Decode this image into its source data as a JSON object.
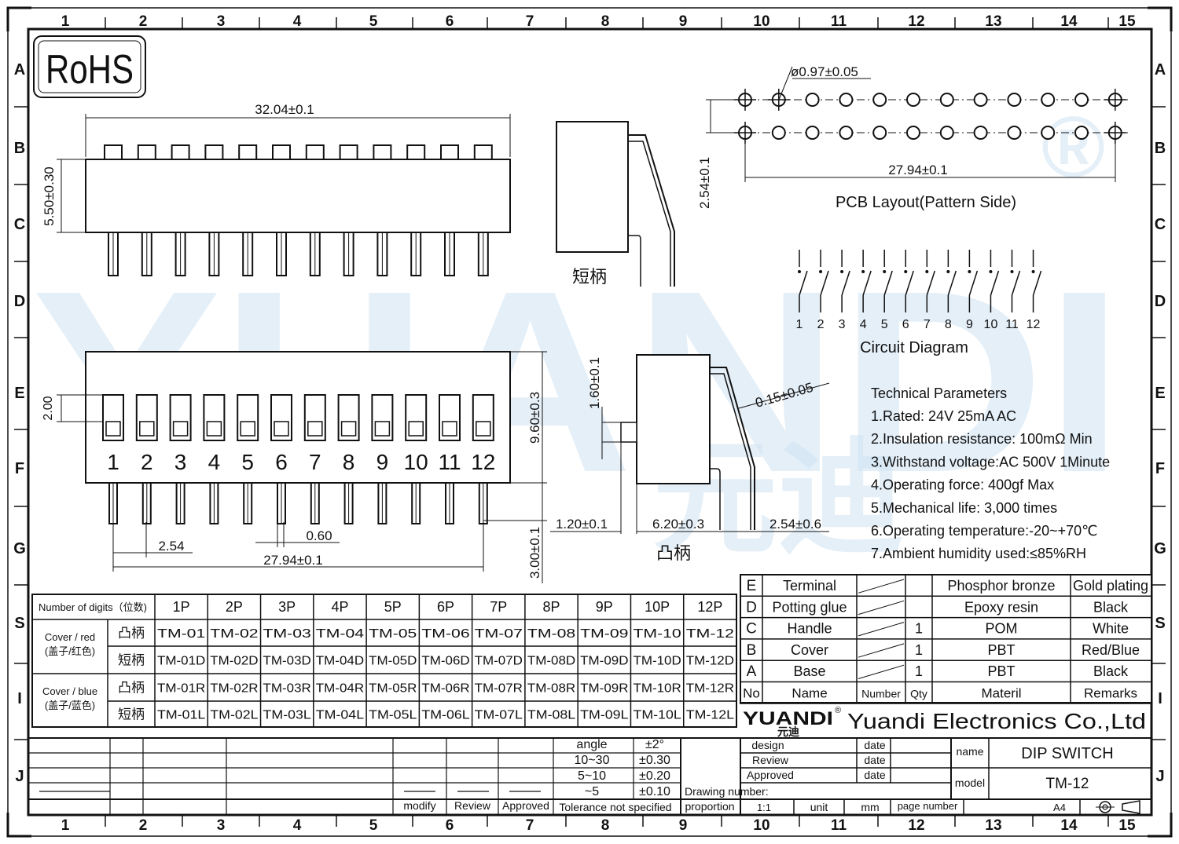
{
  "frame": {
    "columns": [
      "1",
      "2",
      "3",
      "4",
      "5",
      "6",
      "7",
      "8",
      "9",
      "10",
      "11",
      "12",
      "13",
      "14",
      "15"
    ],
    "rows": [
      "A",
      "B",
      "C",
      "D",
      "E",
      "F",
      "G",
      "S",
      "I",
      "J"
    ]
  },
  "watermark": {
    "text": "YUANDI",
    "sub": "元迪",
    "registered": "®"
  },
  "rohs": "RoHS",
  "top_view": {
    "width_dim": "32.04±0.1",
    "height_dim": "5.50±0.30",
    "pin_count": 12
  },
  "side_short": {
    "label": "短柄"
  },
  "side_raised": {
    "label": "凸柄",
    "dim_height": "1.60±0.1",
    "dim_thickness": "0.15±0.05",
    "dim_left": "1.20±0.1",
    "dim_body": "6.20±0.3",
    "dim_pin": "2.54±0.6"
  },
  "front_view": {
    "dim_slider": "2.00",
    "dim_height": "9.60±0.3",
    "dim_pin_len": "3.00±0.1",
    "dim_pitch": "2.54",
    "dim_pin_width": "0.60",
    "dim_span": "27.94±0.1",
    "positions": [
      "1",
      "2",
      "3",
      "4",
      "5",
      "6",
      "7",
      "8",
      "9",
      "10",
      "11",
      "12"
    ]
  },
  "pcb": {
    "hole_dim": "ø0.97±0.05",
    "row_dim": "2.54±0.1",
    "span_dim": "27.94±0.1",
    "title": "PCB  Layout(Pattern  Side)"
  },
  "circuit": {
    "title": "Circuit  Diagram",
    "labels": [
      "1",
      "2",
      "3",
      "4",
      "5",
      "6",
      "7",
      "8",
      "9",
      "10",
      "11",
      "12"
    ]
  },
  "tech": {
    "title": "Technical Parameters",
    "lines": [
      "1.Rated: 24V 25mA  AC",
      "2.Insulation resistance: 100mΩ Min",
      "3.Withstand voltage:AC 500V 1Minute",
      "4.Operating force: 400gf Max",
      "5.Mechanical life: 3,000 times",
      "6.Operating temperature:-20~+70℃",
      "7.Ambient humidity used:≤85%RH"
    ]
  },
  "model_table": {
    "header": "Number of digits（位数)",
    "cols": [
      "1P",
      "2P",
      "3P",
      "4P",
      "5P",
      "6P",
      "7P",
      "8P",
      "9P",
      "10P",
      "12P"
    ],
    "groups": [
      {
        "name": "Cover / red",
        "sub": "(盖子/红色)",
        "rows": [
          {
            "type": "凸柄",
            "cells": [
              "TM-01",
              "TM-02",
              "TM-03",
              "TM-04",
              "TM-05",
              "TM-06",
              "TM-07",
              "TM-08",
              "TM-09",
              "TM-10",
              "TM-12"
            ]
          },
          {
            "type": "短柄",
            "cells": [
              "TM-01D",
              "TM-02D",
              "TM-03D",
              "TM-04D",
              "TM-05D",
              "TM-06D",
              "TM-07D",
              "TM-08D",
              "TM-09D",
              "TM-10D",
              "TM-12D"
            ]
          }
        ]
      },
      {
        "name": "Cover / blue",
        "sub": "(盖子/蓝色)",
        "rows": [
          {
            "type": "凸柄",
            "cells": [
              "TM-01R",
              "TM-02R",
              "TM-03R",
              "TM-04R",
              "TM-05R",
              "TM-06R",
              "TM-07R",
              "TM-08R",
              "TM-09R",
              "TM-10R",
              "TM-12R"
            ]
          },
          {
            "type": "短柄",
            "cells": [
              "TM-01L",
              "TM-02L",
              "TM-03L",
              "TM-04L",
              "TM-05L",
              "TM-06L",
              "TM-07L",
              "TM-08L",
              "TM-09L",
              "TM-10L",
              "TM-12L"
            ]
          }
        ]
      }
    ]
  },
  "bom": {
    "header": [
      "No",
      "Name",
      "Number",
      "Qty",
      "Materil",
      "Remarks"
    ],
    "rows": [
      {
        "no": "E",
        "name": "Terminal",
        "qty": "",
        "material": "Phosphor bronze",
        "remarks": "Gold plating"
      },
      {
        "no": "D",
        "name": "Potting glue",
        "qty": "",
        "material": "Epoxy resin",
        "remarks": "Black"
      },
      {
        "no": "C",
        "name": "Handle",
        "qty": "1",
        "material": "POM",
        "remarks": "White"
      },
      {
        "no": "B",
        "name": "Cover",
        "qty": "1",
        "material": "PBT",
        "remarks": "Red/Blue"
      },
      {
        "no": "A",
        "name": "Base",
        "qty": "1",
        "material": "PBT",
        "remarks": "Black"
      }
    ]
  },
  "company": {
    "logo": "YUANDI",
    "logo_cn": "元迪",
    "mark": "®",
    "name": "Yuandi Electronics Co.,Ltd"
  },
  "title_block": {
    "design": "design",
    "review": "Review",
    "approved": "Approved",
    "date": "date",
    "name_label": "name",
    "name_value": "DIP SWITCH",
    "model_label": "model",
    "model_value": "TM-12",
    "drawing_number": "Drawing number:",
    "proportion": "proportion",
    "scale": "1:1",
    "unit": "unit",
    "unit_value": "mm",
    "page_number": "page number",
    "paper": "A4"
  },
  "tolerance": {
    "rows": [
      {
        "range": "angle",
        "tol": "±2°"
      },
      {
        "range": "10~30",
        "tol": "±0.30"
      },
      {
        "range": "5~10",
        "tol": "±0.20"
      },
      {
        "range": "~5",
        "tol": "±0.10"
      }
    ],
    "caption": "Tolerance not specified",
    "modify": "modify",
    "review": "Review",
    "approved": "Approved"
  }
}
